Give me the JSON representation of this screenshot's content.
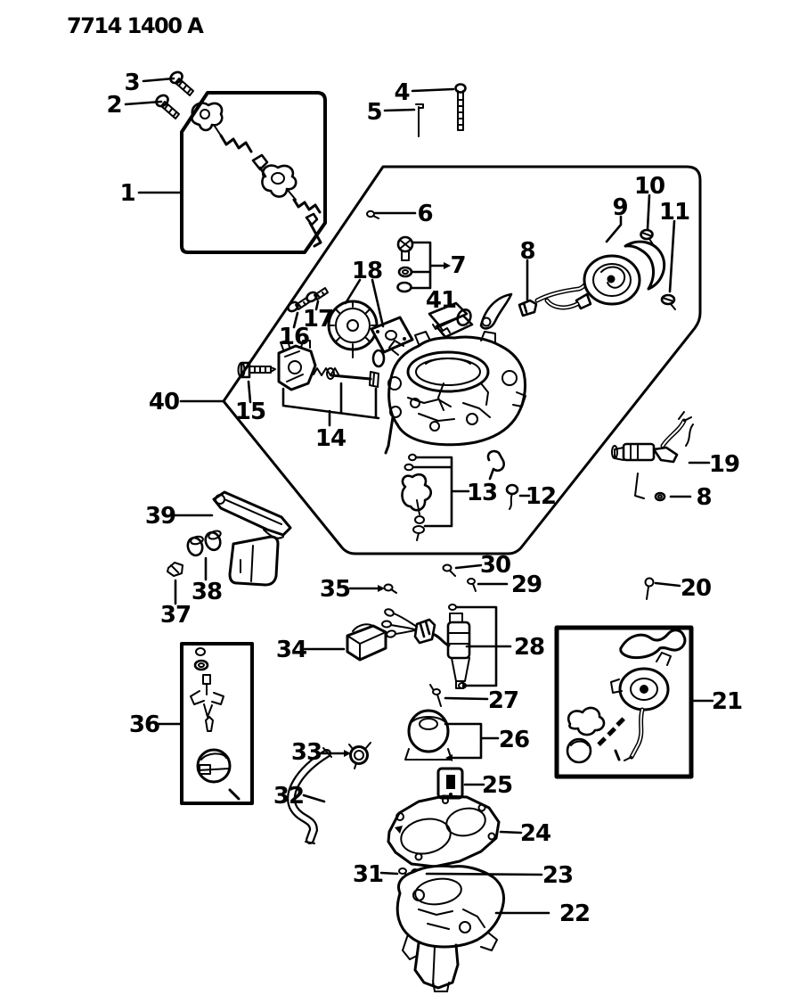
{
  "title": "7714 1400 A",
  "diagram": {
    "type": "exploded-parts-diagram",
    "subject": "carburetor",
    "callouts": {
      "c1": "1",
      "c2": "2",
      "c3": "3",
      "c4": "4",
      "c5": "5",
      "c6": "6",
      "c7": "7",
      "c8a": "8",
      "c8b": "8",
      "c9": "9",
      "c10": "10",
      "c11": "11",
      "c12": "12",
      "c13": "13",
      "c14": "14",
      "c15": "15",
      "c16": "16",
      "c17": "17",
      "c18": "18",
      "c19": "19",
      "c20": "20",
      "c21": "21",
      "c22": "22",
      "c23": "23",
      "c24": "24",
      "c25": "25",
      "c26": "26",
      "c27": "27",
      "c28": "28",
      "c29": "29",
      "c30": "30",
      "c31": "31",
      "c32": "32",
      "c33": "33",
      "c34": "34",
      "c35": "35",
      "c36": "36",
      "c37": "37",
      "c38": "38",
      "c39": "39",
      "c40": "40",
      "c41": "41"
    }
  }
}
